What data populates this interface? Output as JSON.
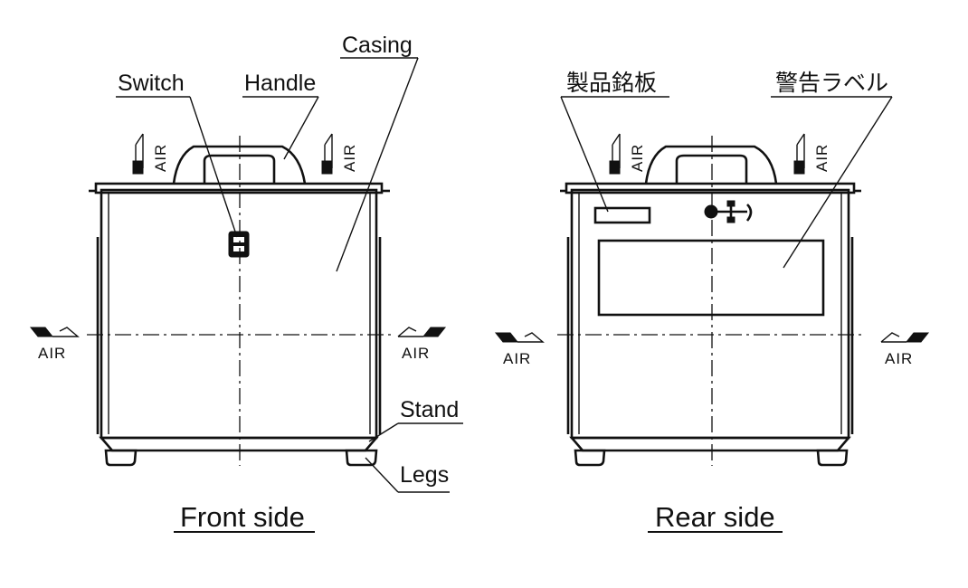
{
  "front": {
    "title": "Front side",
    "callouts": {
      "casing": "Casing",
      "switch": "Switch",
      "handle": "Handle",
      "stand": "Stand",
      "legs": "Legs"
    },
    "air_label": "AIR"
  },
  "rear": {
    "title": "Rear side",
    "callouts": {
      "nameplate": "製品銘板",
      "warning_label": "警告ラベル"
    },
    "air_label": "AIR"
  }
}
